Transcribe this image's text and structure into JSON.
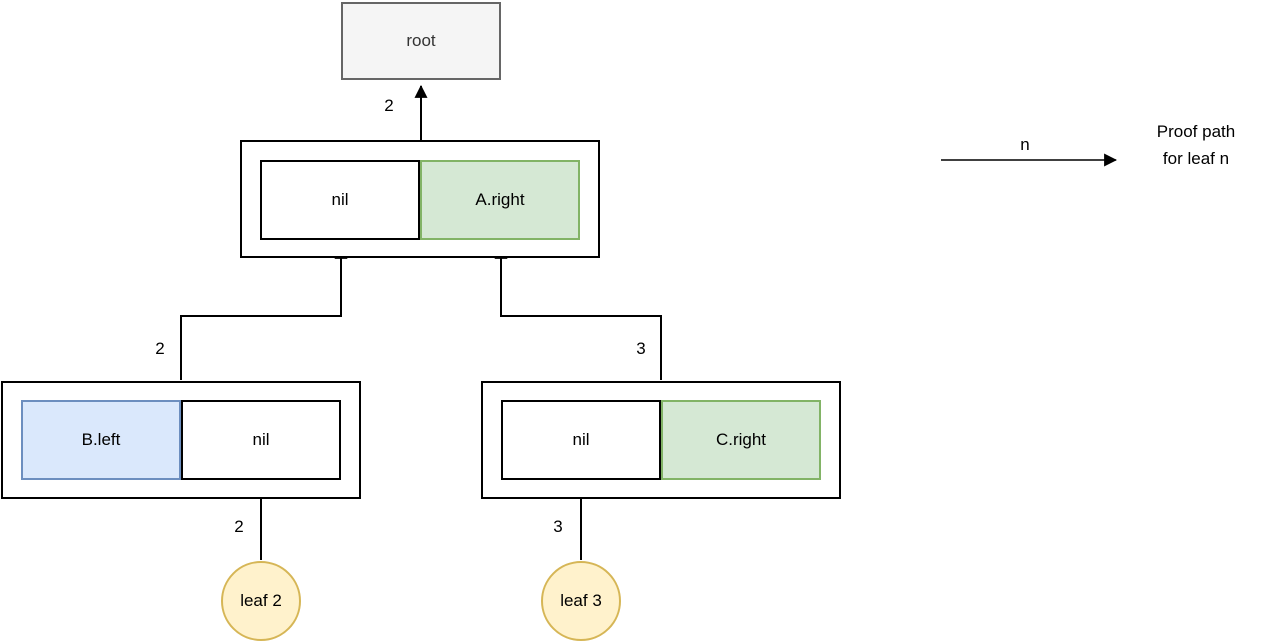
{
  "diagram": {
    "title_context": "Merkle tree proof path diagram",
    "root": {
      "label": "root"
    },
    "node_a": {
      "left_cell": "nil",
      "right_cell": "A.right"
    },
    "node_b": {
      "left_cell": "B.left",
      "right_cell": "nil"
    },
    "node_c": {
      "left_cell": "nil",
      "right_cell": "C.right"
    },
    "leaf2": {
      "label": "leaf 2"
    },
    "leaf3": {
      "label": "leaf 3"
    },
    "edge_labels": {
      "a_to_root": "2",
      "b_to_a": "2",
      "c_to_a": "3",
      "leaf2_to_b": "2",
      "leaf3_to_c": "3"
    },
    "legend": {
      "arrow_label": "n",
      "line1": "Proof path",
      "line2": "for leaf n"
    },
    "colors": {
      "proof_green_fill": "#d5e8d4",
      "proof_green_border": "#82b366",
      "proof_blue_fill": "#dae8fc",
      "proof_blue_border": "#6c8ebf",
      "leaf_fill": "#fff2cc",
      "leaf_border": "#d6b656",
      "root_fill": "#f5f5f5",
      "root_border": "#666666",
      "line_color": "#000000"
    }
  }
}
